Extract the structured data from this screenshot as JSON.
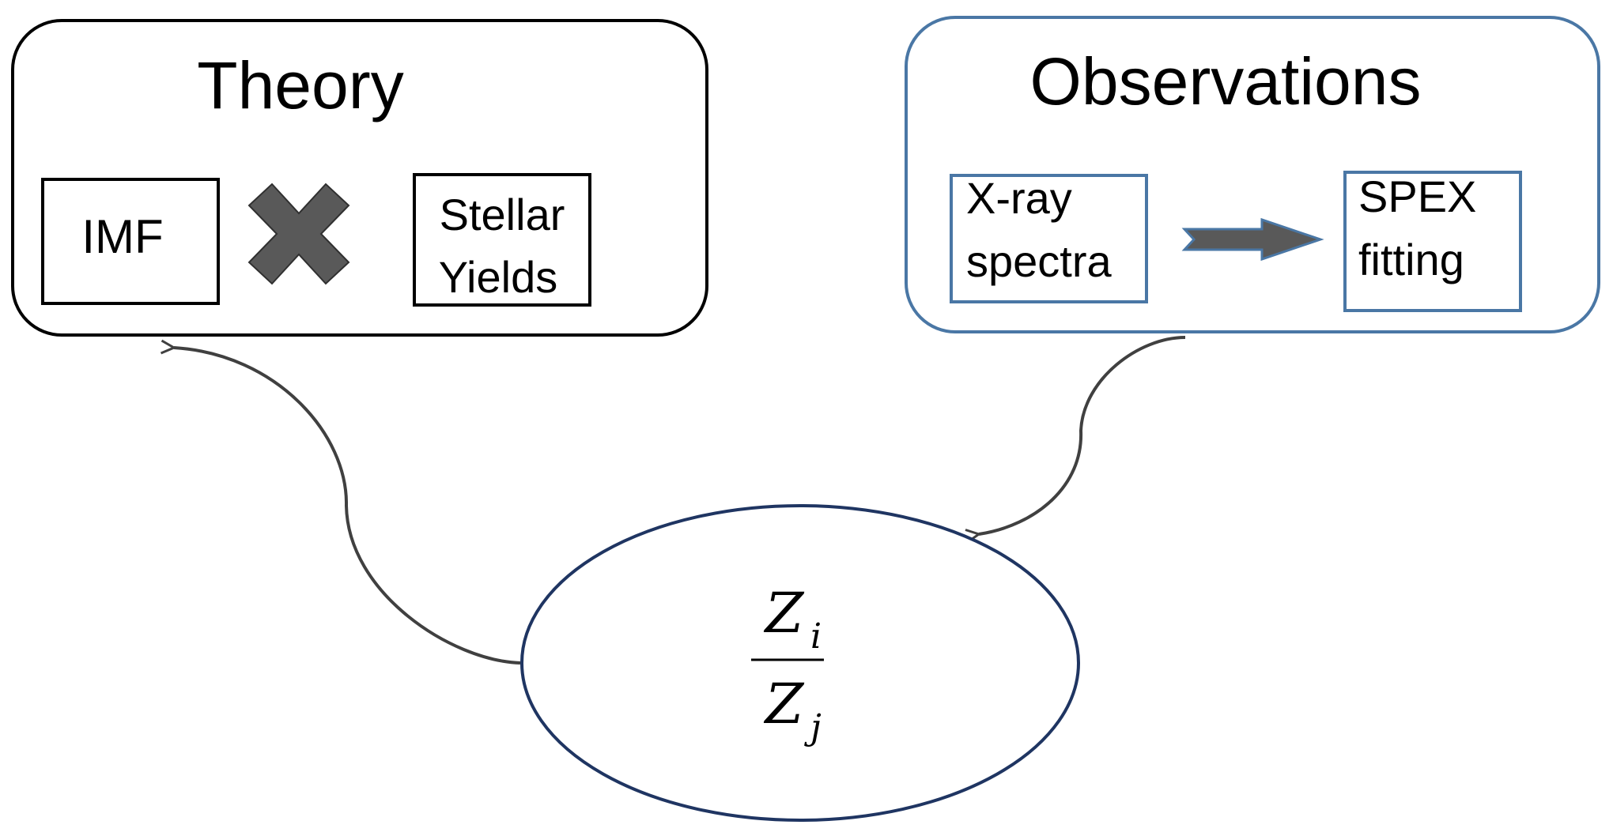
{
  "theory": {
    "title": "Theory",
    "imf_label": "IMF",
    "operator_icon": "multiply-cross-icon",
    "yields_line1": "Stellar",
    "yields_line2": "Yields"
  },
  "observations": {
    "title": "Observations",
    "xray_line1": "X-ray",
    "xray_line2": "spectra",
    "spex_line1": "SPEX",
    "spex_line2": "fitting",
    "arrow_icon": "right-arrow-icon"
  },
  "ratio": {
    "numerator": "Z",
    "numerator_sub": "i",
    "denominator": "Z",
    "denominator_sub": "j"
  },
  "colors": {
    "theory_border": "#000000",
    "observations_border": "#4a77a5",
    "ellipse_border": "#1f3562",
    "connector": "#404040",
    "shape_fill": "#595959",
    "text": "#000000"
  }
}
